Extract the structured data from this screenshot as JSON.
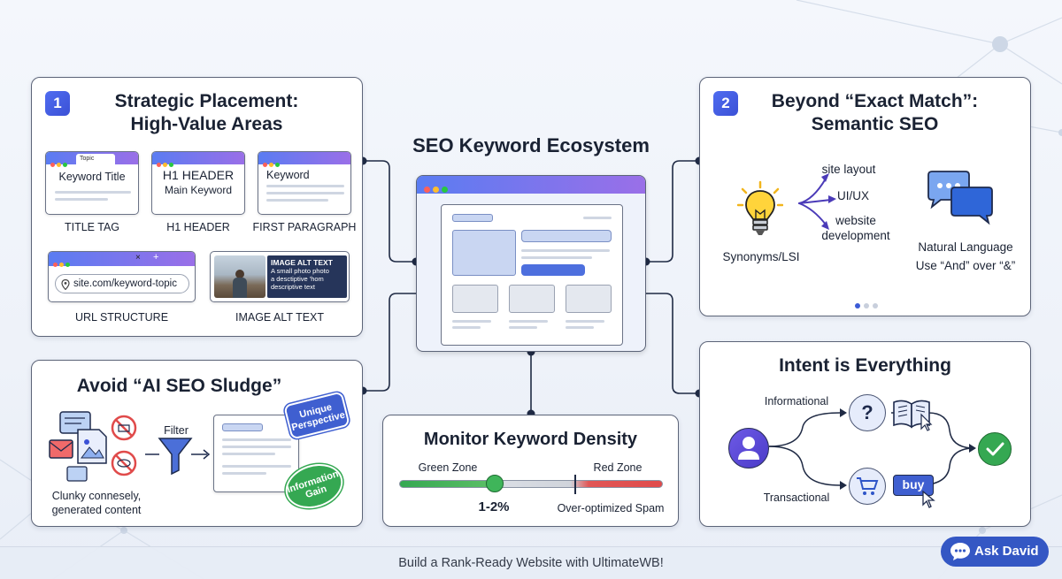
{
  "main_title": "SEO Keyword Ecosystem",
  "footer_text": "Build a Rank-Ready Website with UltimateWB!",
  "ask_button": {
    "label": "Ask David",
    "icon": "chat-bubble-icon"
  },
  "colors": {
    "accent": "#3b51d6",
    "green": "#2fa84f",
    "red": "#e04b4b",
    "connector": "#1f2a44"
  },
  "placement": {
    "badge": "1",
    "title_line1": "Strategic Placement:",
    "title_line2": "High-Value Areas",
    "title_tag": {
      "tab": "Topic",
      "text": "Keyword Title",
      "caption": "TITLE TAG"
    },
    "h1": {
      "line1": "H1 HEADER",
      "line2": "Main Keyword",
      "caption": "H1 HEADER"
    },
    "first_paragraph": {
      "text": "Keyword",
      "caption": "FIRST PARAGRAPH"
    },
    "url": {
      "text": "site.com/keyword-topic",
      "caption": "URL STRUCTURE"
    },
    "alt": {
      "heading": "IMAGE ALT TEXT",
      "body_line1": "A small photo photo",
      "body_line2": "a desctiptive 'hom",
      "body_line3": "descriptive text",
      "caption": "IMAGE ALT TEXT"
    }
  },
  "semantic": {
    "badge": "2",
    "title_line1": "Beyond “Exact Match”:",
    "title_line2": "Semantic SEO",
    "terms": [
      "site layout",
      "UI/UX",
      "website",
      "development"
    ],
    "synonyms_label": "Synonyms/LSI",
    "natural_line1": "Natural Language",
    "natural_line2": "Use “And” over “&”"
  },
  "sludge": {
    "title": "Avoid “AI SEO Sludge”",
    "filter_label": "Filter",
    "caption_line1": "Clunky connesely,",
    "caption_line2": "generated content",
    "stamp1_line1": "Unique",
    "stamp1_line2": "Perspective",
    "stamp2_line1": "Information",
    "stamp2_line2": "Gain"
  },
  "density": {
    "title": "Monitor Keyword Density",
    "green_zone": "Green Zone",
    "red_zone": "Red Zone",
    "target": "1-2%",
    "over_label": "Over-optimized Spam"
  },
  "intent": {
    "title": "Intent is Everything",
    "informational": "Informational",
    "transactional": "Transactional",
    "buy_label": "buy",
    "question_mark": "?"
  }
}
